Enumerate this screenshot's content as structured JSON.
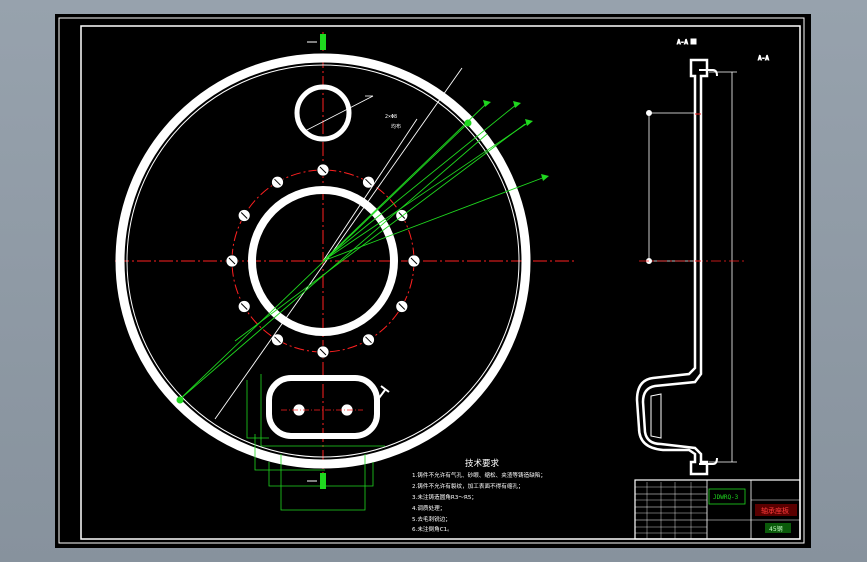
{
  "drawing": {
    "technical_requirements": {
      "title": "技术要求",
      "items": [
        "1.铸件不允许有气孔、砂眼、缩松、夹渣等铸造缺陷；",
        "2.铸件不允许有裂纹，加工表面不得有缩孔；",
        "3.未注铸造圆角R3～R5；",
        "4.调质处理；",
        "5.去毛刺锐边；",
        "6.未注倒角C1。"
      ]
    },
    "title_block": {
      "drawing_number": "JDWRQ-3",
      "part_name": "轴承座板",
      "material": "45钢"
    },
    "colors": {
      "paper": "#000000",
      "outline": "#ffffff",
      "center_line": "#ff1a1a",
      "dimension": "#1fd81f",
      "highlight": "#ff2a2a"
    }
  }
}
